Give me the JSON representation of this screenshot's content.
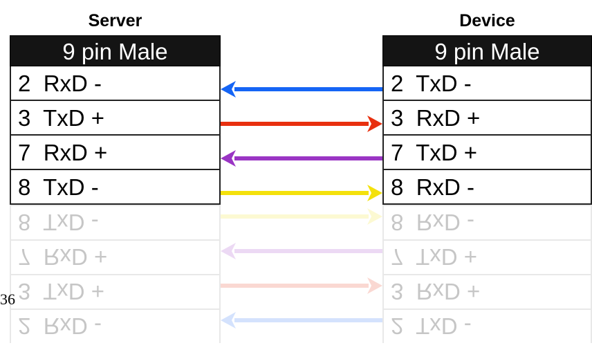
{
  "server": {
    "title": "Server",
    "header": "9 pin Male",
    "pins": [
      "2  RxD -",
      "3  TxD +",
      "7  RxD +",
      "8  TxD -"
    ]
  },
  "device": {
    "title": "Device",
    "header": "9 pin Male",
    "pins": [
      "2  TxD -",
      "3  RxD +",
      "7  TxD +",
      "8  RxD -"
    ]
  },
  "connections": [
    {
      "server_pin": "2  RxD -",
      "device_pin": "2  TxD -",
      "direction": "device-to-server",
      "color": "#1565f5"
    },
    {
      "server_pin": "3  TxD +",
      "device_pin": "3  RxD +",
      "direction": "server-to-device",
      "color": "#e8300f"
    },
    {
      "server_pin": "7  RxD +",
      "device_pin": "7  TxD +",
      "direction": "device-to-server",
      "color": "#9a35c4"
    },
    {
      "server_pin": "8  TxD -",
      "device_pin": "8  RxD -",
      "direction": "server-to-device",
      "color": "#f4e10c"
    }
  ],
  "page_number": "36"
}
